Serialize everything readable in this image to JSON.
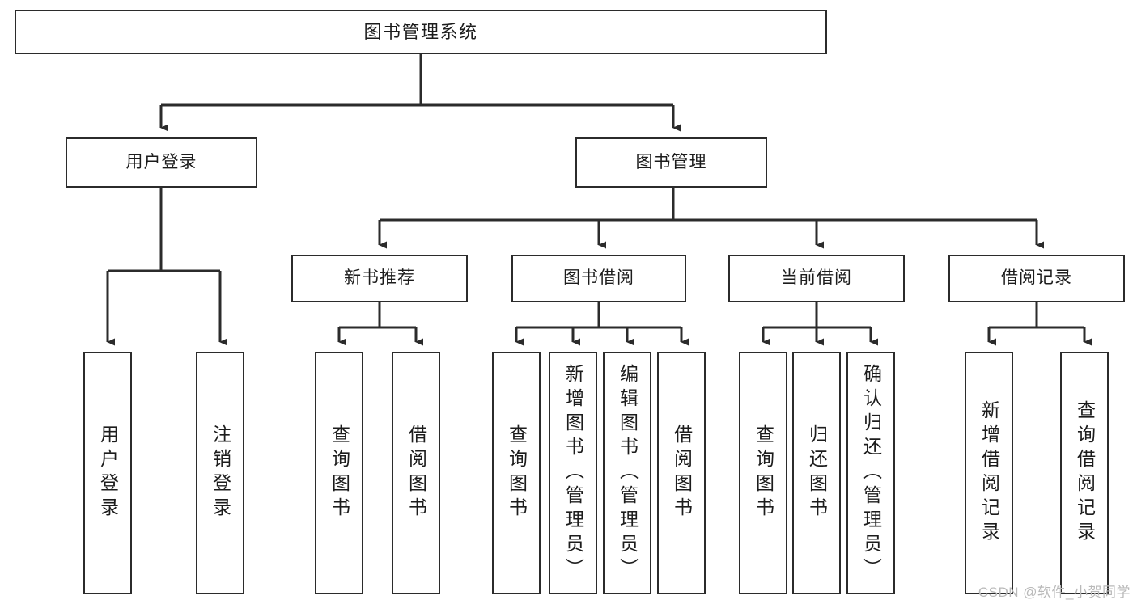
{
  "diagram": {
    "title": "图书管理系统",
    "type": "tree-hierarchy-chart",
    "root": {
      "label": "图书管理系统"
    },
    "level2": [
      {
        "label": "用户登录"
      },
      {
        "label": "图书管理"
      }
    ],
    "level3": [
      {
        "label": "新书推荐"
      },
      {
        "label": "图书借阅"
      },
      {
        "label": "当前借阅"
      },
      {
        "label": "借阅记录"
      }
    ],
    "leaves": {
      "user_login": [
        {
          "label": "用户登录"
        },
        {
          "label": "注销登录"
        }
      ],
      "new_book_recommend": [
        {
          "label": "查询图书"
        },
        {
          "label": "借阅图书"
        }
      ],
      "book_borrow": [
        {
          "label": "查询图书"
        },
        {
          "label": "新增图书（管理员）"
        },
        {
          "label": "编辑图书（管理员）"
        },
        {
          "label": "借阅图书"
        }
      ],
      "current_borrow": [
        {
          "label": "查询图书"
        },
        {
          "label": "归还图书"
        },
        {
          "label": "确认归还（管理员）"
        }
      ],
      "borrow_record": [
        {
          "label": "新增借阅记录"
        },
        {
          "label": "查询借阅记录"
        }
      ]
    }
  },
  "watermark": {
    "text": "CSDN @软件_小贺同学"
  },
  "colors": {
    "stroke": "#2b2b2b",
    "background": "#ffffff",
    "text": "#1c1c1c",
    "watermark": "#b9b9b9"
  }
}
